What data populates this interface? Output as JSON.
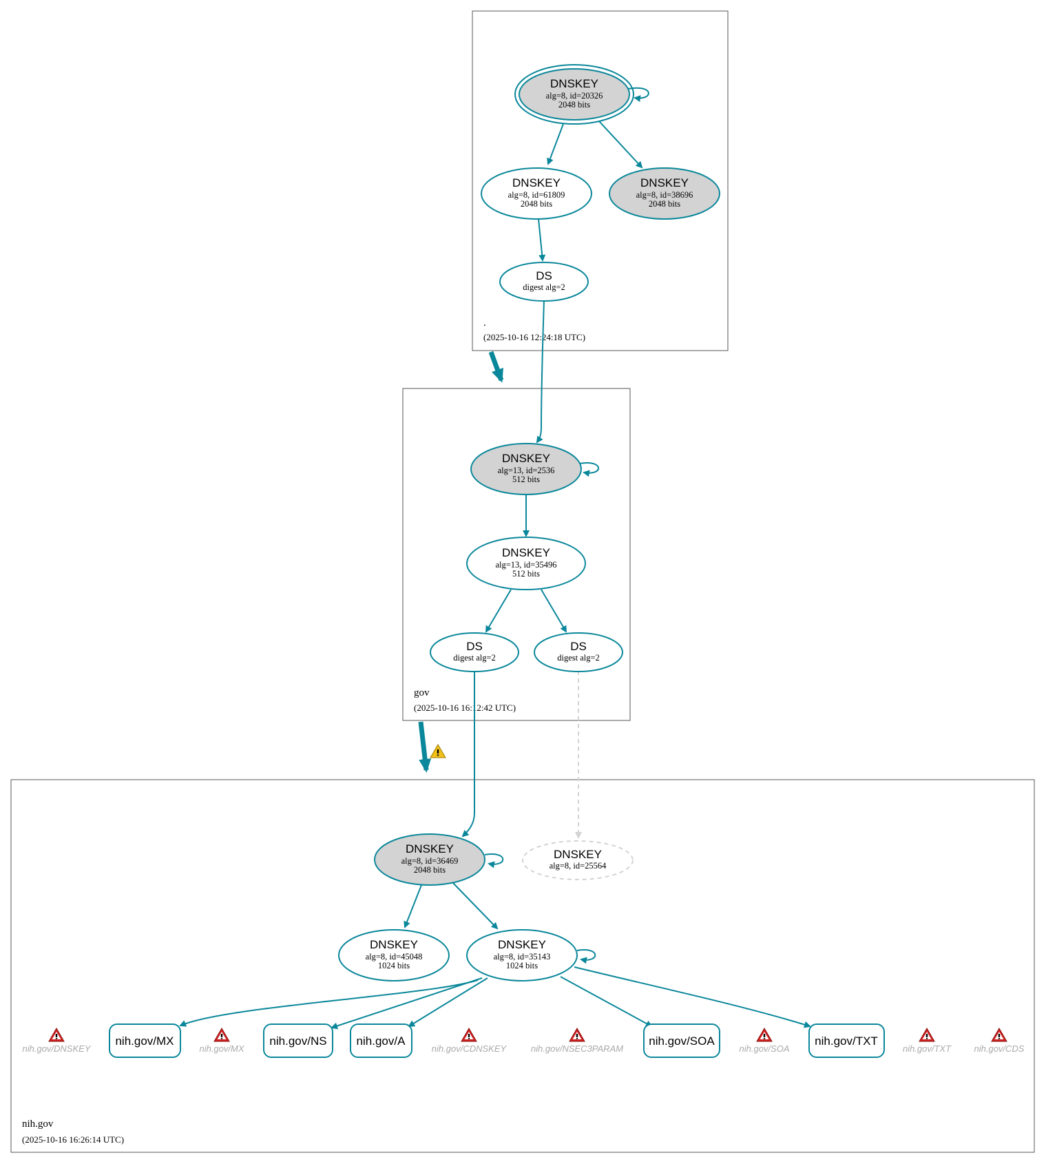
{
  "zones": {
    "root": {
      "name": ".",
      "time": "(2025-10-16 12:24:18 UTC)",
      "ksk": {
        "title": "DNSKEY",
        "line1": "alg=8, id=20326",
        "line2": "2048 bits"
      },
      "zsk": {
        "title": "DNSKEY",
        "line1": "alg=8, id=61809",
        "line2": "2048 bits"
      },
      "key3": {
        "title": "DNSKEY",
        "line1": "alg=8, id=38696",
        "line2": "2048 bits"
      },
      "ds": {
        "title": "DS",
        "line1": "digest alg=2"
      }
    },
    "gov": {
      "name": "gov",
      "time": "(2025-10-16 16:12:42 UTC)",
      "ksk": {
        "title": "DNSKEY",
        "line1": "alg=13, id=2536",
        "line2": "512 bits"
      },
      "zsk": {
        "title": "DNSKEY",
        "line1": "alg=13, id=35496",
        "line2": "512 bits"
      },
      "ds1": {
        "title": "DS",
        "line1": "digest alg=2"
      },
      "ds2": {
        "title": "DS",
        "line1": "digest alg=2"
      }
    },
    "nih": {
      "name": "nih.gov",
      "time": "(2025-10-16 16:26:14 UTC)",
      "ksk": {
        "title": "DNSKEY",
        "line1": "alg=8, id=36469",
        "line2": "2048 bits"
      },
      "missing": {
        "title": "DNSKEY",
        "line1": "alg=8, id=25564"
      },
      "key45048": {
        "title": "DNSKEY",
        "line1": "alg=8, id=45048",
        "line2": "1024 bits"
      },
      "zsk": {
        "title": "DNSKEY",
        "line1": "alg=8, id=35143",
        "line2": "1024 bits"
      },
      "rrsets": {
        "mx": "nih.gov/MX",
        "ns": "nih.gov/NS",
        "a": "nih.gov/A",
        "soa": "nih.gov/SOA",
        "txt": "nih.gov/TXT"
      },
      "errors": {
        "dnskey": "nih.gov/DNSKEY",
        "mx": "nih.gov/MX",
        "cdnskey": "nih.gov/CDNSKEY",
        "nsec3param": "nih.gov/NSEC3PARAM",
        "soa": "nih.gov/SOA",
        "txt": "nih.gov/TXT",
        "cds": "nih.gov/CDS"
      }
    }
  },
  "colors": {
    "edge": "#0a879a",
    "sep_fill": "#d3d3d3",
    "dashed": "#d3d3d3",
    "error_icon": "#d01f1f",
    "warning_icon": "#f2c21b"
  }
}
